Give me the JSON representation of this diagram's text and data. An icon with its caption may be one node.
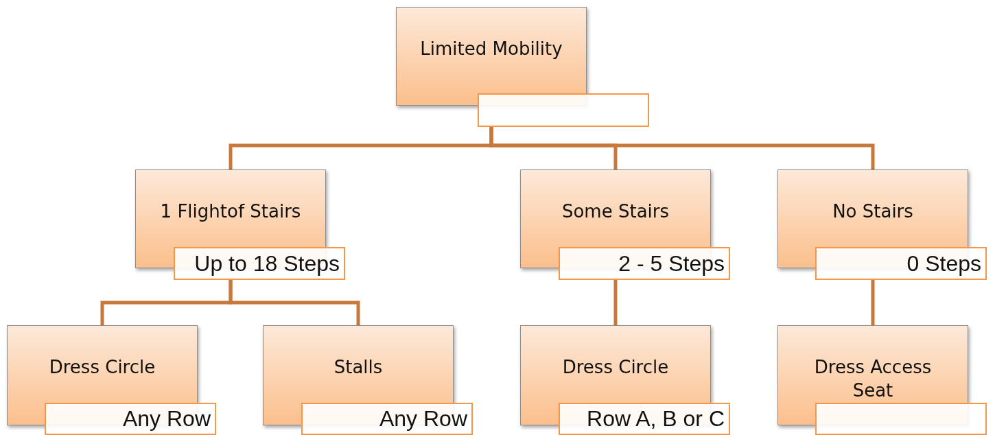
{
  "diagram": {
    "nodes": [
      {
        "text": [
          "Limited Mobility"
        ]
      },
      {
        "text": [],
        "shape": "box"
      },
      {
        "text": [
          "1 Flightof Stairs"
        ]
      },
      {
        "text": [
          "Up to 18 Steps"
        ]
      },
      {
        "text": [
          "Some Stairs"
        ]
      },
      {
        "text": [
          "2 - 5 Steps"
        ]
      },
      {
        "text": [
          "No Stairs"
        ]
      },
      {
        "text": [
          "0 Steps"
        ]
      },
      {
        "text": [
          "Dress Circle"
        ]
      },
      {
        "text": [
          "Any Row"
        ]
      },
      {
        "text": [
          "Stalls"
        ]
      },
      {
        "text": [
          "Any Row"
        ]
      },
      {
        "text": [
          "Dress Circle"
        ]
      },
      {
        "text": [
          "Row A, B or C"
        ]
      },
      {
        "text": [
          "Dress Access Seat"
        ]
      },
      {
        "text": [],
        "shape": "box"
      }
    ],
    "edges": [
      {
        "from": 1,
        "to": 2,
        "arrow": "none"
      },
      {
        "from": 1,
        "to": 4,
        "arrow": "none"
      },
      {
        "from": 1,
        "to": 6,
        "arrow": "none"
      },
      {
        "from": 3,
        "to": 8,
        "arrow": "none"
      },
      {
        "from": 3,
        "to": 10,
        "arrow": "none"
      },
      {
        "from": 5,
        "to": 12,
        "arrow": "none"
      },
      {
        "from": 7,
        "to": 14,
        "arrow": "none"
      }
    ]
  }
}
